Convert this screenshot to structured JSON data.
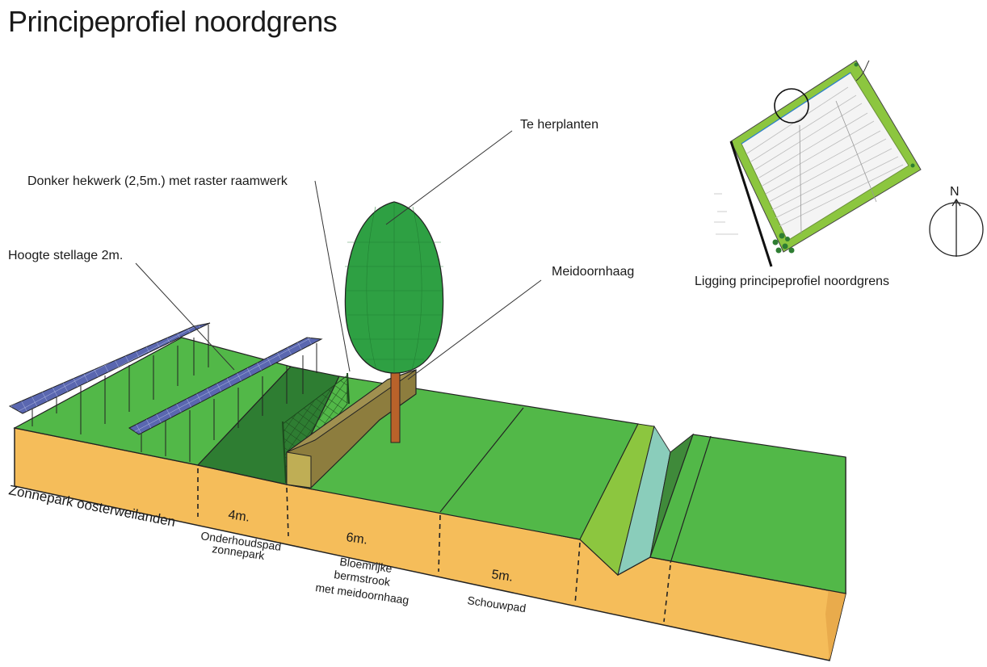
{
  "title": "Principeprofiel noordgrens",
  "callouts": {
    "tree": "Te herplanten",
    "fence": "Donker hekwerk (2,5m.) met raster raamwerk",
    "rack": "Hoogte stellage 2m.",
    "hedge": "Meidoornhaag"
  },
  "location": {
    "caption": "Ligging principeprofiel noordgrens",
    "north": "N"
  },
  "profile": {
    "park_label": "Zonnepark oosterweilanden",
    "maintenance": {
      "width": "4m.",
      "line1": "Onderhoudspad",
      "line2": "zonnepark"
    },
    "flower_strip": {
      "width": "6m.",
      "line1": "Bloemrijke",
      "line2": "bermstrook",
      "line3": "met meidoornhaag"
    },
    "inspection_path": {
      "width": "5m.",
      "line1": "Schouwpad"
    }
  },
  "colors": {
    "grass": "#52b848",
    "grass_dark": "#2e7d32",
    "soil": "#f5bd5a",
    "tree": "#2ea043",
    "trunk": "#b9622a",
    "hedge": "#8d7d3e",
    "water": "#7ec8b4",
    "panel": "#5a67b0"
  }
}
